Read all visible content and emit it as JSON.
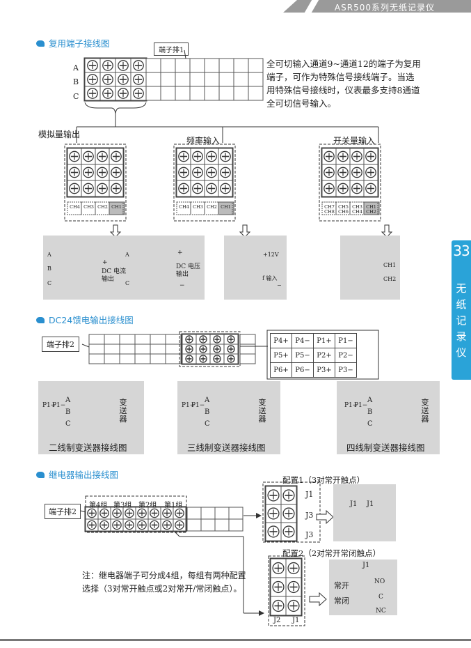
{
  "header": {
    "title": "ASR500系列无纸记录仪"
  },
  "side_tab": {
    "number": "33",
    "label_chars": [
      "无",
      "纸",
      "记",
      "录",
      "仪"
    ]
  },
  "section1": {
    "title": "复用端子接线图",
    "terminal_label": "端子排1",
    "row_labels": [
      "A",
      "B",
      "C"
    ],
    "note": "全可切输入通道9~通道12的端子为复用端子，可作为特殊信号接线端子。当选用特殊信号接线时，仪表最多支持8通道全可切信号输入。",
    "branches": [
      {
        "label": "模拟量输出",
        "channels": [
          "CH4",
          "CH3",
          "CH2",
          "CH1"
        ]
      },
      {
        "label": "频率输入",
        "channels": [
          "CH4",
          "CH3",
          "CH2",
          "CH1"
        ]
      },
      {
        "label": "开关量输入",
        "channels": [
          "CH7 CH8",
          "CH5 CH6",
          "CH3 CH4",
          "CH1 CH2"
        ]
      }
    ],
    "detail_analog": {
      "row_labels": [
        "A",
        "B",
        "C"
      ],
      "current_label": "DC 电流输出",
      "voltage_label": "DC 电压输出",
      "plus": "+",
      "minus": "−"
    },
    "detail_freq": {
      "supply": "+12V",
      "input": "f 输入",
      "minus": "−"
    },
    "detail_switch": {
      "ch1": "CH1",
      "ch2": "CH2"
    }
  },
  "section2": {
    "title": "DC24馈电输出接线图",
    "terminal_label": "端子排2",
    "table": [
      [
        "P4+",
        "P4−",
        "P1+",
        "P1−"
      ],
      [
        "P5+",
        "P5−",
        "P2+",
        "P2−"
      ],
      [
        "P6+",
        "P6−",
        "P3+",
        "P3−"
      ]
    ],
    "diagrams": [
      {
        "caption": "二线制变送器接线图",
        "terminal_left": "P1+",
        "terminal_right": "P1−",
        "transmitter": "变送器"
      },
      {
        "caption": "三线制变送器接线图",
        "terminal_left": "P1+",
        "terminal_right": "P1−",
        "transmitter": "变送器"
      },
      {
        "caption": "四线制变送器接线图",
        "terminal_left": "P1+",
        "terminal_right": "P1−",
        "transmitter": "变送器"
      }
    ],
    "row_labels": [
      "A",
      "B",
      "C"
    ]
  },
  "section3": {
    "title": "继电器输出接线图",
    "terminal_label": "端子排2",
    "groups": [
      "第4组",
      "第3组",
      "第2组",
      "第1组"
    ],
    "note": "注：继电器端子可分成4组，每组有两种配置选择（3对常开触点或2对常开/常闭触点）。",
    "config1": {
      "title": "配置1（3对常开触点）",
      "tags": [
        "J1",
        "J3",
        "J3"
      ],
      "detail": [
        "J1",
        "J1"
      ]
    },
    "config2": {
      "title": "配置2（2对常开常闭触点）",
      "tags": [
        "J2",
        "J1"
      ],
      "detail_top": "J1",
      "open_label": "常开",
      "close_label": "常闭",
      "no": "NO",
      "c": "C",
      "nc": "NC"
    }
  }
}
